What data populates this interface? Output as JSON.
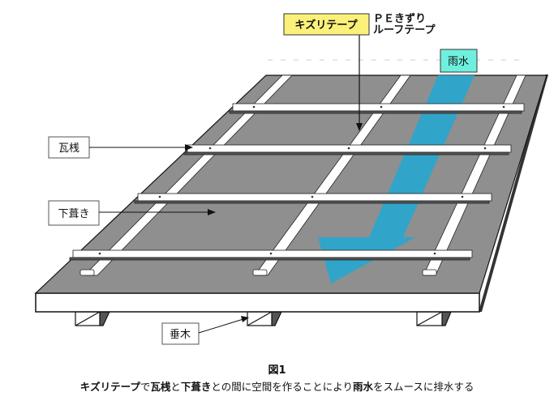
{
  "labels": {
    "kizuri_tape": "キズリテープ",
    "pe_line1": "ＰＥきずり",
    "pe_line2": "ルーフテープ",
    "rain": "雨水",
    "batten": "瓦桟",
    "underlay": "下葺き",
    "rafter": "垂木"
  },
  "caption": {
    "figure": "図1",
    "segments": [
      {
        "text": "キズリテープ",
        "bold": true
      },
      {
        "text": "で",
        "bold": false
      },
      {
        "text": "瓦桟",
        "bold": true
      },
      {
        "text": "と",
        "bold": false
      },
      {
        "text": "下葺き",
        "bold": true
      },
      {
        "text": "との間に空間を作ることにより",
        "bold": false
      },
      {
        "text": "雨水",
        "bold": true
      },
      {
        "text": "をスムースに排水する",
        "bold": false
      }
    ]
  },
  "colors": {
    "underlay": "#8f8f8f",
    "rain_arrow": "#29a6cf",
    "tape_label_bg": "#fbf07a",
    "rain_label_bg": "#6ff0de"
  }
}
